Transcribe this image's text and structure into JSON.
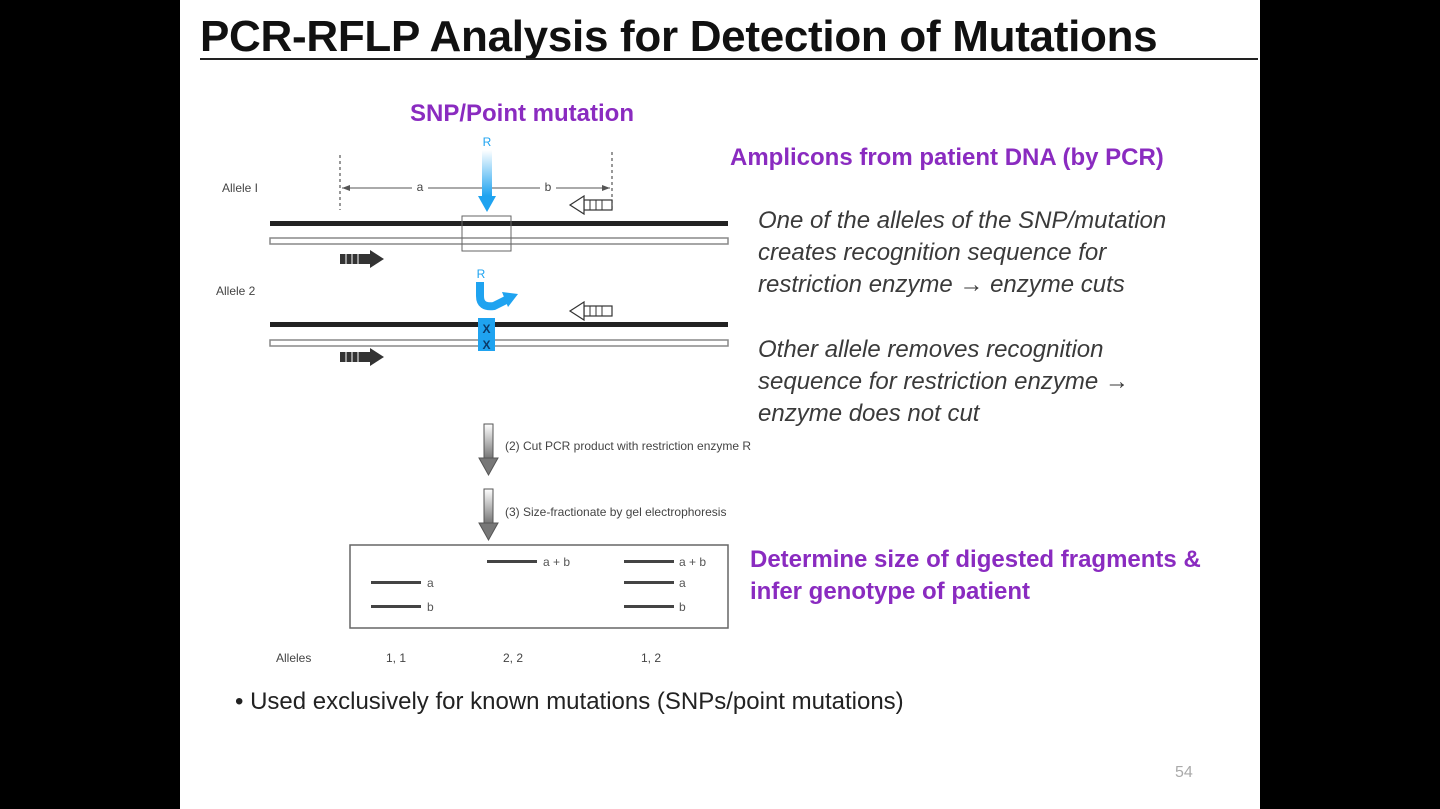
{
  "slide": {
    "title": "PCR-RFLP Analysis for Detection of Mutations",
    "snp_label": "SNP/Point mutation",
    "amplicons_label": "Amplicons from patient DNA (by PCR)",
    "para1": [
      "One of the alleles of the SNP/mutation",
      "creates  recognition sequence for",
      "restriction enzyme → enzyme cuts"
    ],
    "para2": [
      "Other allele removes recognition",
      "sequence for restriction enzyme  →",
      "enzyme does not cut"
    ],
    "determine_label": [
      "Determine size of digested fragments &",
      "infer genotype of patient"
    ],
    "bullet": "• Used exclusively for known mutations (SNPs/point mutations)",
    "page_number": "54"
  },
  "diagram": {
    "allele1_label": "Allele I",
    "allele2_label": "Allele 2",
    "enzyme_label": "R",
    "segment_a": "a",
    "segment_b": "b",
    "mutation_mark": "X",
    "step2": "(2)  Cut PCR product with restriction enzyme R",
    "step3": "(3)  Size-fractionate by gel electrophoresis",
    "gel": {
      "band_ab": "a + b",
      "band_a": "a",
      "band_b": "b",
      "alleles_label": "Alleles",
      "lanes": [
        "1, 1",
        "2, 2",
        "1, 2"
      ]
    },
    "colors": {
      "accent_purple": "#8a2bc0",
      "enzyme_blue": "#1fa3f0"
    }
  }
}
